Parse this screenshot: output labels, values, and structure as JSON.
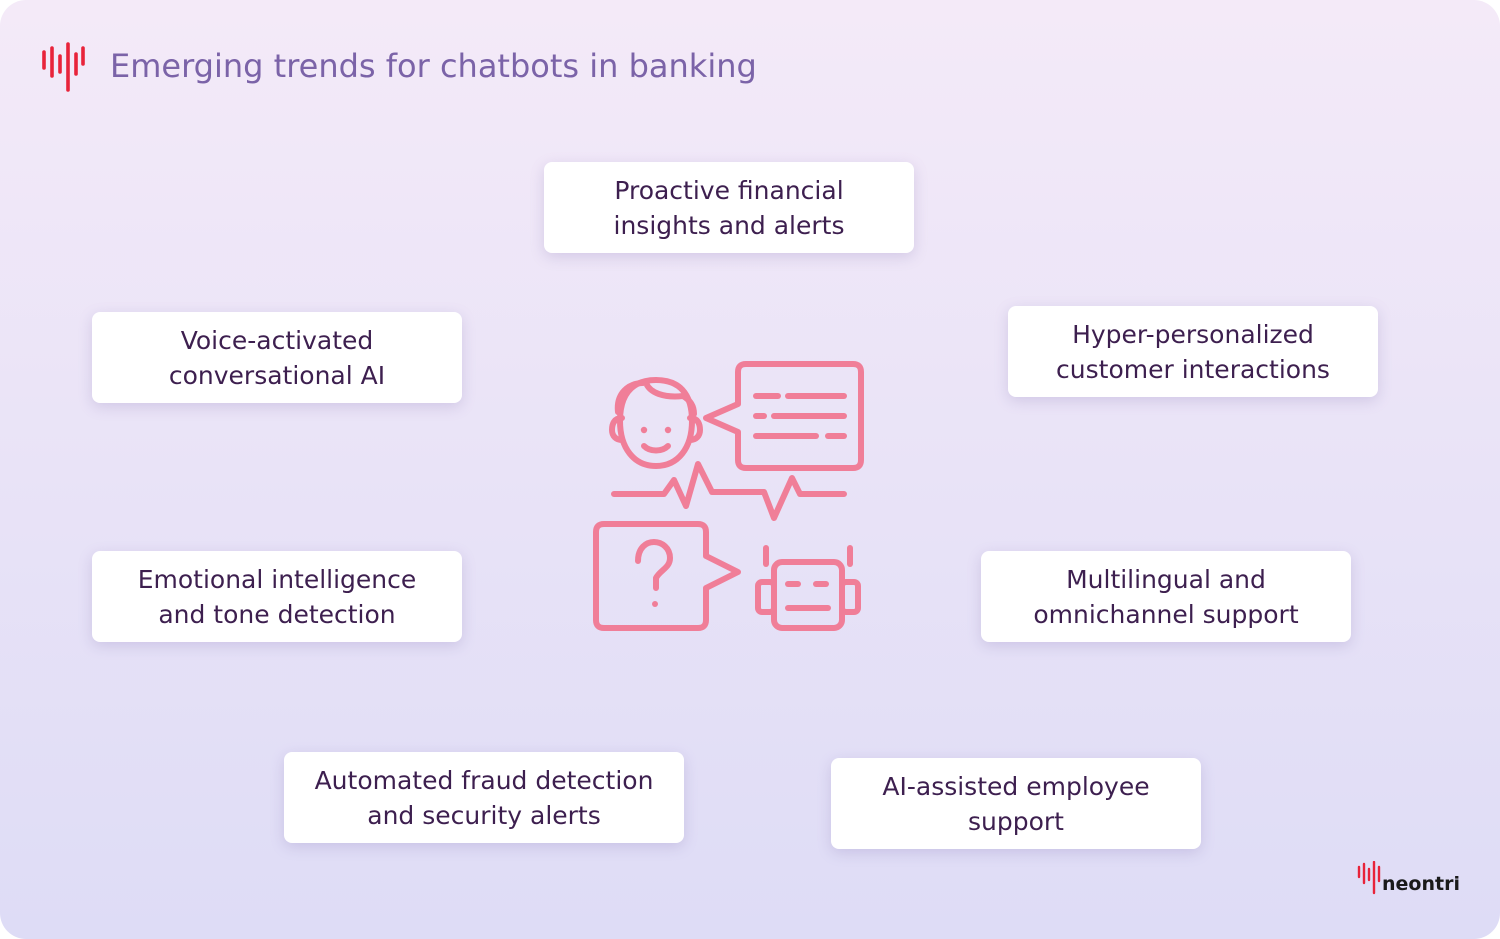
{
  "header": {
    "title": "Emerging trends for chatbots in banking"
  },
  "trends": [
    {
      "line1": "Proactive financial",
      "line2": "insights and alerts"
    },
    {
      "line1": "Voice-activated",
      "line2": "conversational AI"
    },
    {
      "line1": "Hyper-personalized",
      "line2": "customer interactions"
    },
    {
      "line1": "Emotional intelligence",
      "line2": "and tone detection"
    },
    {
      "line1": "Multilingual and",
      "line2": "omnichannel support"
    },
    {
      "line1": "Automated fraud detection",
      "line2": "and security alerts"
    },
    {
      "line1": "AI-assisted employee",
      "line2": "support"
    }
  ],
  "brand": {
    "name": "neontri"
  },
  "colors": {
    "accent": "#f07e98",
    "logo_red": "#e8233a",
    "title": "#7b63a8",
    "card_text": "#3d1f4f"
  },
  "icons": {
    "header_logo": "neontri-bars-logo",
    "center": "person-chatbot-conversation-illustration"
  }
}
